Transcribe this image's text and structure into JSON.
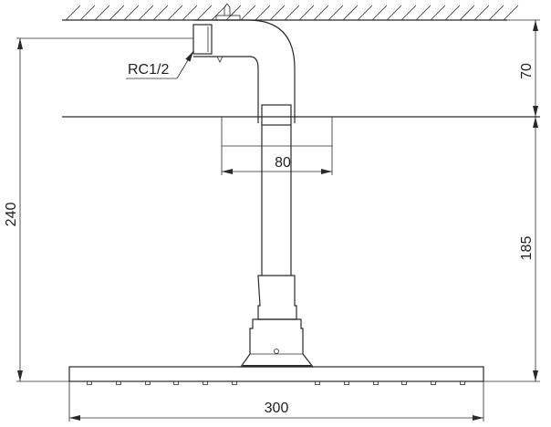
{
  "drawing": {
    "thread_label": "RC1/2",
    "dimensions": {
      "escutcheon_width": "80",
      "total_height": "240",
      "ceiling_to_reference": "70",
      "reference_to_head": "185",
      "head_width": "300"
    },
    "line_color": "#2a2a2a"
  }
}
